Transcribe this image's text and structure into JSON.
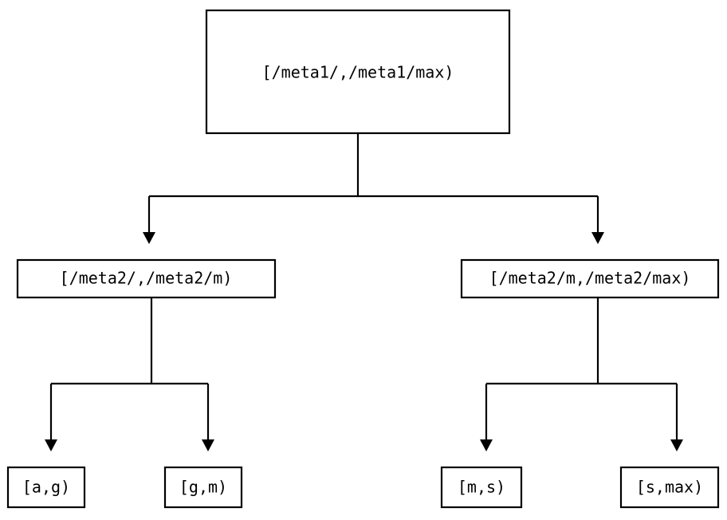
{
  "diagram": {
    "title": "metadata range partition tree",
    "background_color": "#ffffff",
    "line_color": "#000000",
    "text_color": "#000000",
    "node_fill": "#ffffff",
    "levels": 3,
    "nodes": {
      "root": {
        "label": "[/meta1/,/meta1/max)",
        "level": 0
      },
      "l1_left": {
        "label": "[/meta2/,/meta2/m)",
        "level": 1
      },
      "l1_right": {
        "label": "[/meta2/m,/meta2/max)",
        "level": 1
      },
      "leaf_a_g": {
        "label": "[a,g)",
        "level": 2
      },
      "leaf_g_m": {
        "label": "[g,m)",
        "level": 2
      },
      "leaf_m_s": {
        "label": "[m,s)",
        "level": 2
      },
      "leaf_s_max": {
        "label": "[s,max)",
        "level": 2
      }
    },
    "edges": [
      {
        "from": "root",
        "to": "l1_left",
        "arrow": "down-triangle"
      },
      {
        "from": "root",
        "to": "l1_right",
        "arrow": "down-triangle"
      },
      {
        "from": "l1_left",
        "to": "leaf_a_g",
        "arrow": "down-triangle"
      },
      {
        "from": "l1_left",
        "to": "leaf_g_m",
        "arrow": "down-triangle"
      },
      {
        "from": "l1_right",
        "to": "leaf_m_s",
        "arrow": "down-triangle"
      },
      {
        "from": "l1_right",
        "to": "leaf_s_max",
        "arrow": "down-triangle"
      }
    ]
  }
}
